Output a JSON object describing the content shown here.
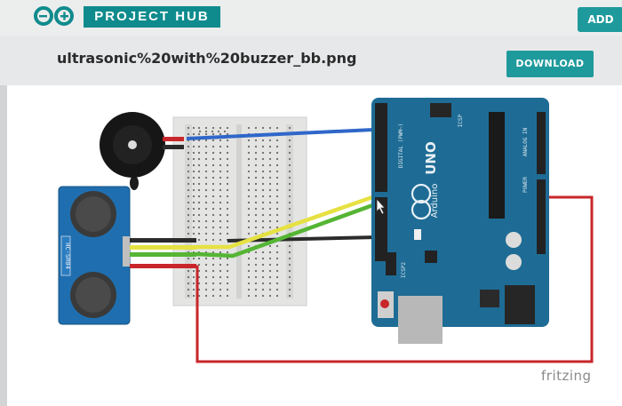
{
  "header": {
    "brand": "PROJECT HUB",
    "add_label": "ADD"
  },
  "file": {
    "title": "ultrasonic%20with%20buzzer_bb.png",
    "download_label": "DOWNLOAD"
  },
  "diagram": {
    "watermark": "fritzing",
    "arduino_board_label": "UNO",
    "arduino_brand": "Arduino",
    "sensor_label": "HC-SR04",
    "header_digital": "DIGITAL (PWM~)",
    "header_power": "POWER",
    "header_analog": "ANALOG IN",
    "icsp_label": "ICSP",
    "icsp2_label": "ICSP2"
  },
  "colors": {
    "brand": "#0f8b8d",
    "accent": "#1f9a9c",
    "board": "#1e6c95",
    "wire_blue": "#2f67c9",
    "wire_yellow": "#e6e142",
    "wire_green": "#55b534",
    "wire_red": "#c8262a",
    "wire_black": "#2b2b2b"
  },
  "icons": {
    "logo": "infinity-logo-icon",
    "cursor": "pointer-cursor-icon"
  }
}
